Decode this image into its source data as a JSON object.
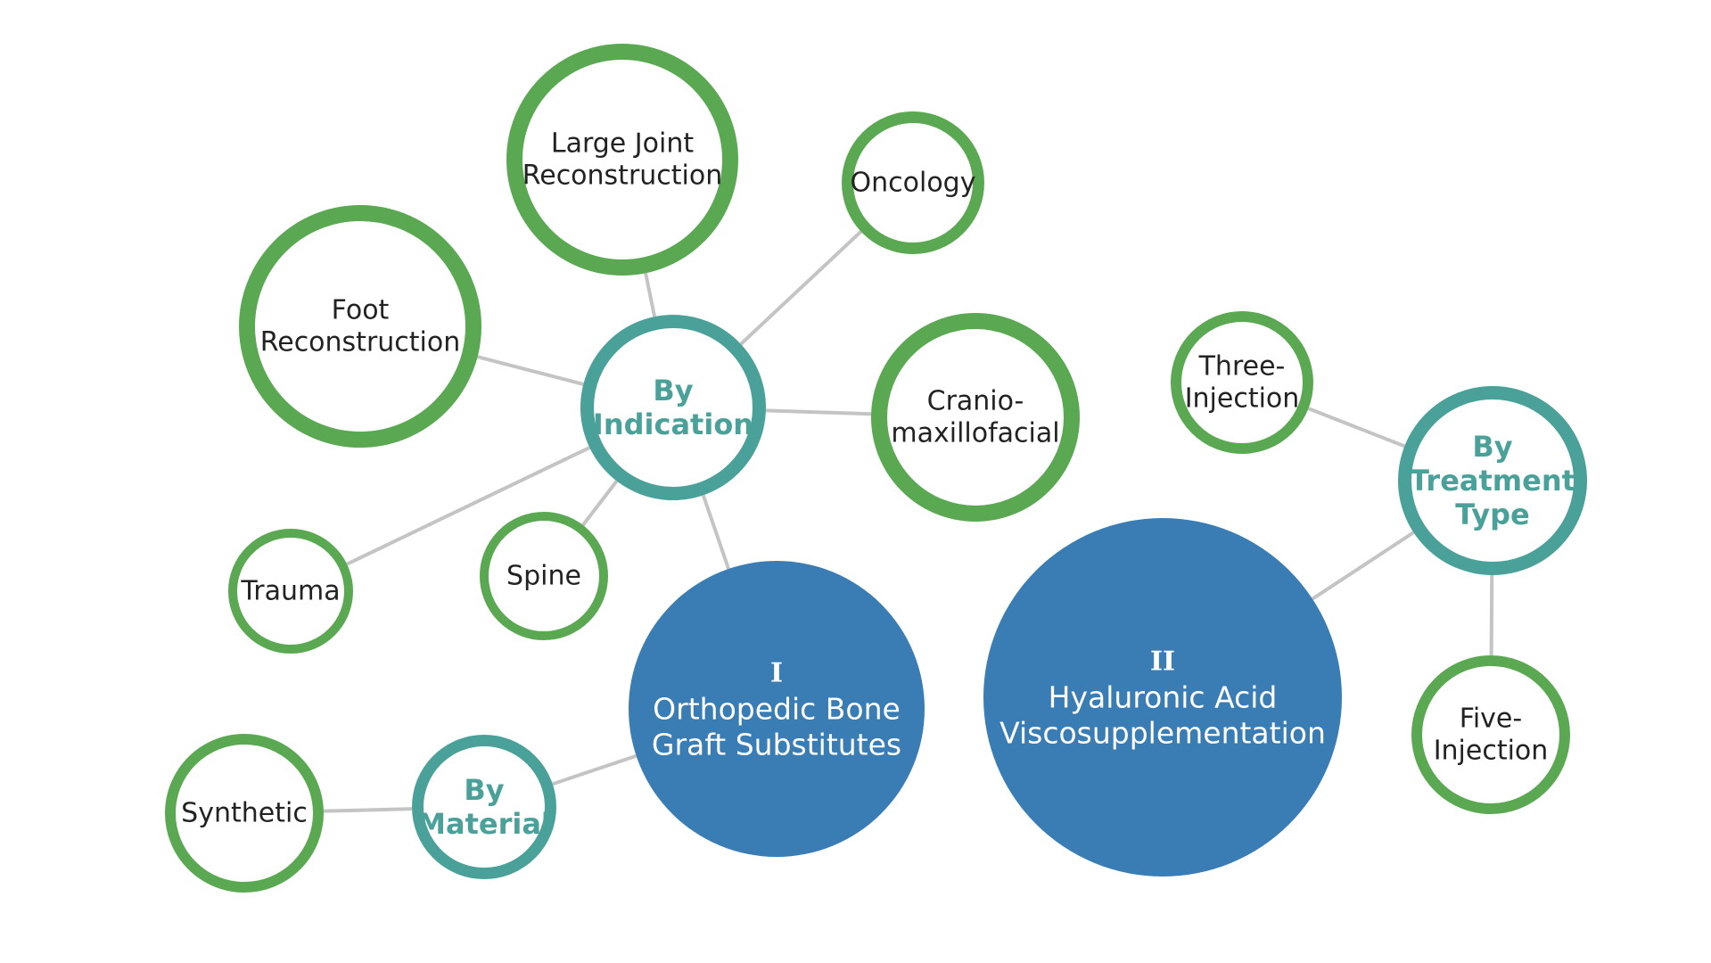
{
  "colors": {
    "leaf_ring": "#5aa952",
    "category_ring": "#4aa199",
    "category_text": "#4aa199",
    "main_fill": "#3a7db5",
    "edge": "#c4c4c4"
  },
  "nodes": [
    {
      "id": "orthopedic",
      "kind": "main",
      "lines": [
        "I",
        "Orthopedic Bone",
        "Graft Substitutes"
      ]
    },
    {
      "id": "hyaluronic",
      "kind": "main",
      "lines": [
        "II",
        "Hyaluronic Acid",
        "Viscosupplementation"
      ]
    },
    {
      "id": "by-indication",
      "kind": "category",
      "lines": [
        "By",
        "Indication"
      ]
    },
    {
      "id": "by-material",
      "kind": "category",
      "lines": [
        "By",
        "Material"
      ]
    },
    {
      "id": "by-treatment-type",
      "kind": "category",
      "lines": [
        "By",
        "Treatment",
        "Type"
      ]
    },
    {
      "id": "large-joint",
      "kind": "leaf",
      "lines": [
        "Large Joint",
        "Reconstruction"
      ]
    },
    {
      "id": "oncology",
      "kind": "leaf",
      "lines": [
        "Oncology"
      ]
    },
    {
      "id": "foot",
      "kind": "leaf",
      "lines": [
        "Foot",
        "Reconstruction"
      ]
    },
    {
      "id": "cranio",
      "kind": "leaf",
      "lines": [
        "Cranio-",
        "maxillofacial"
      ]
    },
    {
      "id": "trauma",
      "kind": "leaf",
      "lines": [
        "Trauma"
      ]
    },
    {
      "id": "spine",
      "kind": "leaf",
      "lines": [
        "Spine"
      ]
    },
    {
      "id": "synthetic",
      "kind": "leaf",
      "lines": [
        "Synthetic"
      ]
    },
    {
      "id": "three-injection",
      "kind": "leaf",
      "lines": [
        "Three-",
        "Injection"
      ]
    },
    {
      "id": "five-injection",
      "kind": "leaf",
      "lines": [
        "Five-",
        "Injection"
      ]
    }
  ],
  "edges": [
    [
      "large-joint",
      "by-indication"
    ],
    [
      "oncology",
      "by-indication"
    ],
    [
      "foot",
      "by-indication"
    ],
    [
      "cranio",
      "by-indication"
    ],
    [
      "trauma",
      "by-indication"
    ],
    [
      "spine",
      "by-indication"
    ],
    [
      "by-indication",
      "orthopedic"
    ],
    [
      "synthetic",
      "by-material"
    ],
    [
      "by-material",
      "orthopedic"
    ],
    [
      "three-injection",
      "by-treatment-type"
    ],
    [
      "by-treatment-type",
      "hyaluronic"
    ],
    [
      "by-treatment-type",
      "five-injection"
    ]
  ]
}
